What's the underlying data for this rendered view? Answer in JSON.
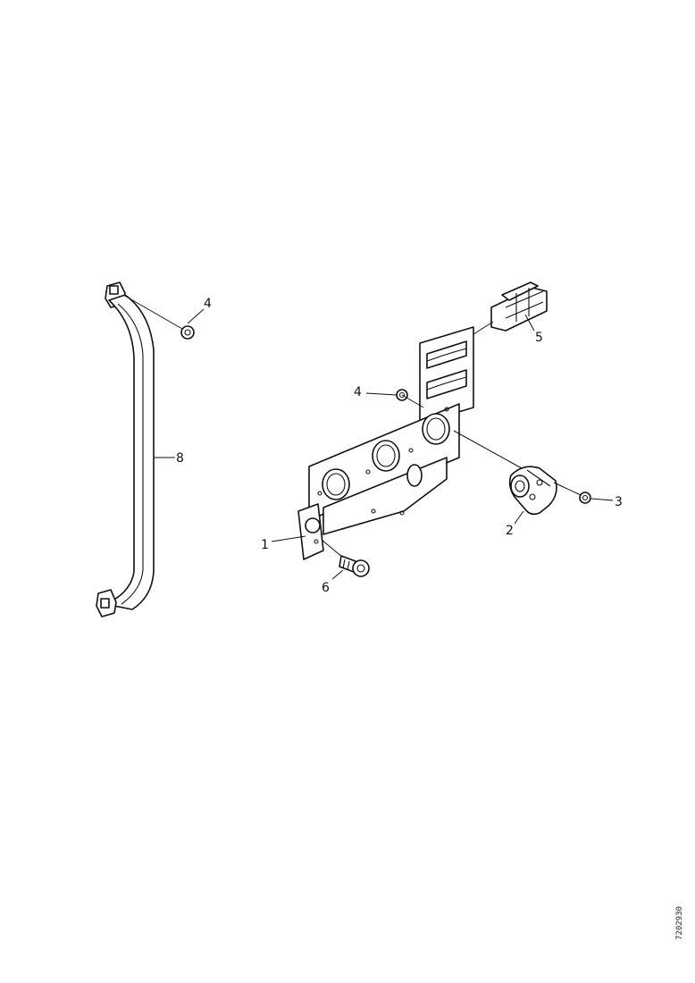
{
  "callouts": {
    "rail_screw_top": "4",
    "handle_rail": "8",
    "slide_clip": "5",
    "bracket_screw": "4",
    "panel_bracket": "1",
    "lower_screw": "6",
    "knob_screw": "3",
    "knob_assembly": "2"
  },
  "drawing_id": "7202930"
}
